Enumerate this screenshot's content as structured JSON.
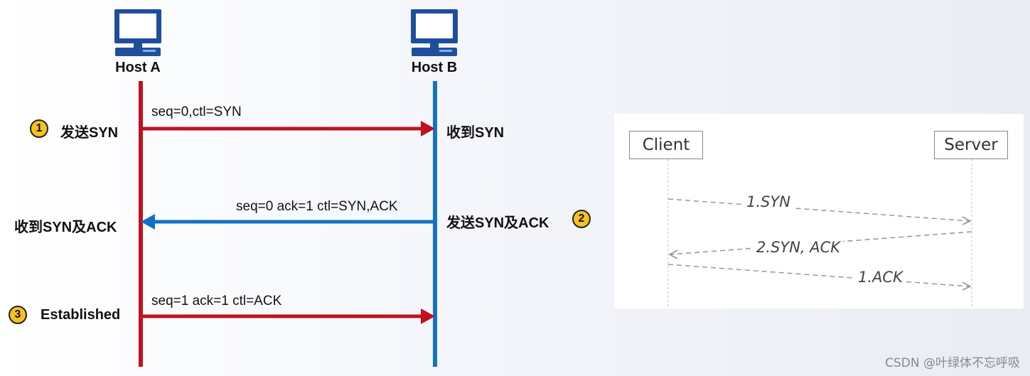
{
  "left_diagram": {
    "host_a": {
      "label": "Host A",
      "icon": "computer-icon"
    },
    "host_b": {
      "label": "Host B",
      "icon": "computer-icon"
    },
    "colors": {
      "host_a_line": "#c0111f",
      "host_b_line": "#1273c4",
      "badge": "#f6c21c"
    },
    "steps": [
      {
        "number": "1",
        "left_text": "发送SYN",
        "message": "seq=0,ctl=SYN",
        "right_text": "收到SYN",
        "direction": "A->B"
      },
      {
        "number": "2",
        "left_text": "收到SYN及ACK",
        "message": "seq=0 ack=1 ctl=SYN,ACK",
        "right_text": "发送SYN及ACK",
        "direction": "B->A"
      },
      {
        "number": "3",
        "left_text": "Established",
        "message": "seq=1 ack=1 ctl=ACK",
        "direction": "A->B"
      }
    ]
  },
  "right_diagram": {
    "client_label": "Client",
    "server_label": "Server",
    "messages": [
      {
        "label": "1.SYN",
        "direction": "client->server"
      },
      {
        "label": "2.SYN, ACK",
        "direction": "server->client"
      },
      {
        "label": "1.ACK",
        "direction": "client->server"
      }
    ]
  },
  "watermark": "CSDN @叶绿体不忘呼吸"
}
